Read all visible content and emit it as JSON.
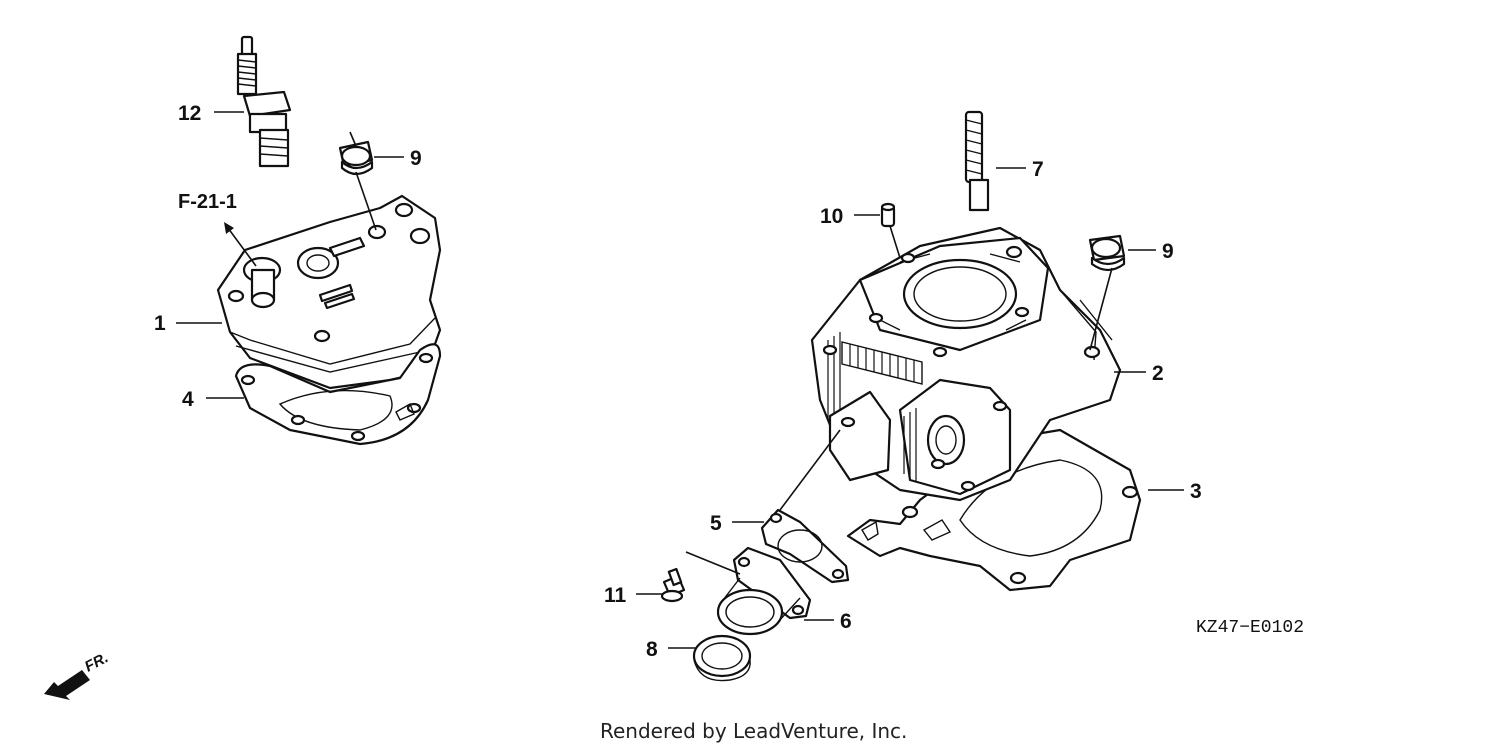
{
  "callouts": [
    {
      "id": "1",
      "label": "1"
    },
    {
      "id": "2",
      "label": "2"
    },
    {
      "id": "3",
      "label": "3"
    },
    {
      "id": "4",
      "label": "4"
    },
    {
      "id": "5",
      "label": "5"
    },
    {
      "id": "6",
      "label": "6"
    },
    {
      "id": "7",
      "label": "7"
    },
    {
      "id": "8",
      "label": "8"
    },
    {
      "id": "9a",
      "label": "9"
    },
    {
      "id": "9b",
      "label": "9"
    },
    {
      "id": "10",
      "label": "10"
    },
    {
      "id": "11",
      "label": "11"
    },
    {
      "id": "12",
      "label": "12"
    }
  ],
  "reference": "F-21-1",
  "diagram_code": "KZ47−E0102",
  "front_indicator": "FR.",
  "footer": "Rendered by LeadVenture, Inc."
}
